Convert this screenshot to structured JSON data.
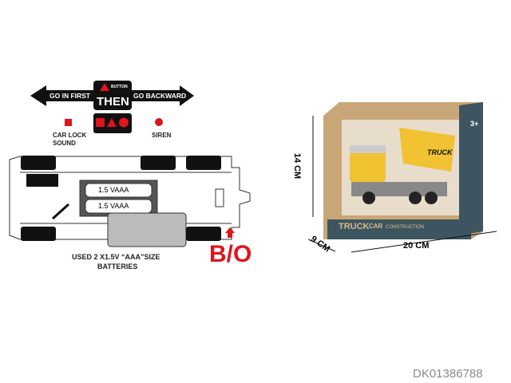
{
  "controls": {
    "left_label": "GO IN FIRST",
    "right_label": "GO BACKWARD",
    "button_label": "BUTTON",
    "then_label": "THEN",
    "car_lock_label": "CAR LOCK SOUND",
    "siren_label": "SIREN",
    "accent": "#e0141c"
  },
  "chassis": {
    "battery_1": "1.5  VAAA",
    "battery_2": "1.5  VAAA",
    "battery_note_line1": "USED 2 X1.5V “AAA”SIZE",
    "battery_note_line2": "BATTERIES",
    "bo_label": "B/O"
  },
  "package": {
    "brand": "TRUCK",
    "brand_suffix": "CAR",
    "subtitle": "CONSTRUCTION",
    "truck_text": "TRUCK",
    "age": "3+",
    "height": "14 CM",
    "depth": "9 CM",
    "width": "20 CM"
  },
  "item_code": "DK01386788"
}
